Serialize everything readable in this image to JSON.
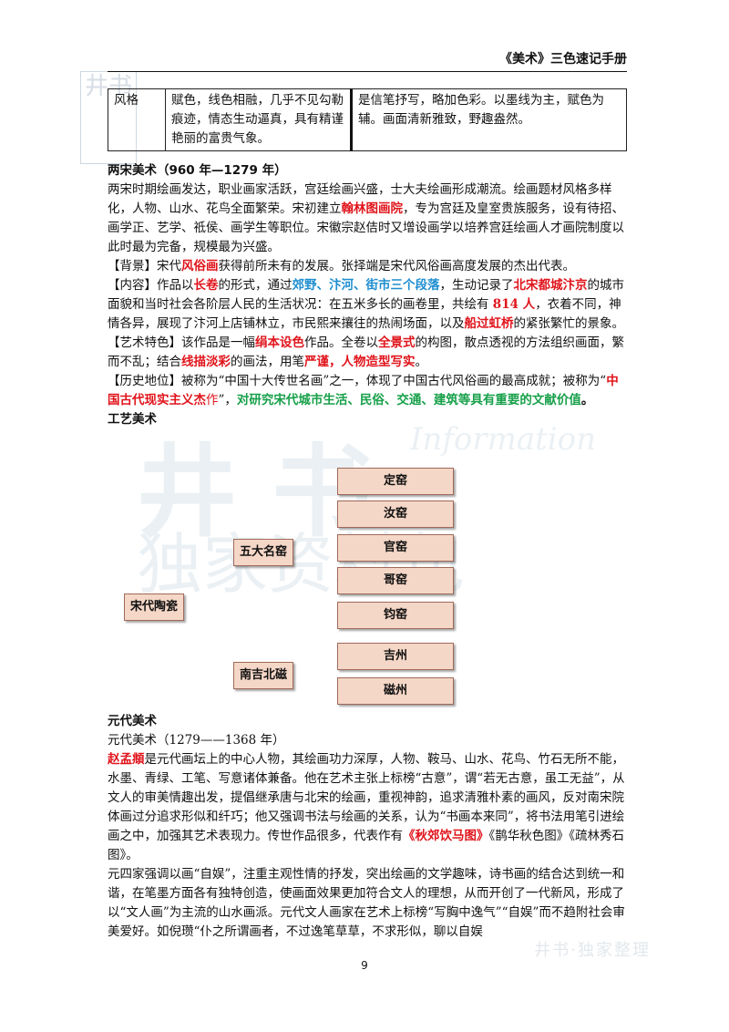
{
  "header": {
    "title": "《美术》三色速记手册"
  },
  "watermark": {
    "stamp": "井书",
    "big1": "井  书",
    "big2": "独家资料包",
    "script": "Information",
    "bottom": "井书·独家整理"
  },
  "style_table": {
    "label": "风格",
    "col1": "赋色，线色相融，几乎不见勾勒痕迹，情态生动逼真，具有精谨艳丽的富贵气象。",
    "col2": "是信笔抒写，略加色彩。以墨线为主，赋色为辅。画面清新雅致，野趣盎然。"
  },
  "song": {
    "title": "两宋美术（960 年—1279 年）",
    "p1_a": "两宋时期绘画发达，职业画家活跃，宫廷绘画兴盛，士大夫绘画形成潮流。绘画题材风格多样化，人物、山水、花鸟全面繁荣。宋初建立",
    "p1_b": "翰林图画院",
    "p1_c": "，专为宫廷及皇室贵族服务，设有待招、画学正、艺学、祗侯、画学生等职位。宋徽宗赵佶时又增设画学以培养宫廷绘画人才画院制度以此时最为完备，规模最为兴盛。",
    "bg_a": "【背景】宋代",
    "bg_b": "风俗画",
    "bg_c": "获得前所未有的发展。张择端是宋代风俗画高度发展的杰出代表。",
    "ct_a": "【内容】作品以",
    "ct_b": "长卷",
    "ct_c": "的形式，通过",
    "ct_d": "郊野、汴河、街市三个段落",
    "ct_e": "，生动记录了",
    "ct_f": "北宋都城汴京",
    "ct_g": "的城市面貌和当时社会各阶层人民的生活状况：在五米多长的画卷里，共绘有 ",
    "ct_h": "814 人",
    "ct_i": "，衣着不同，神情各异，展现了汴河上店铺林立，市民熙来攘往的热闹场面，以及",
    "ct_j": "船过虹桥",
    "ct_k": "的紧张繁忙的景象。",
    "ys_a": "【艺术特色】该作品是一幅",
    "ys_b": "绢本设色",
    "ys_c": "作品。全卷以",
    "ys_d": "全景式",
    "ys_e": "的构图，散点透视的方法组织画面，繁而不乱；结合",
    "ys_f": "线描淡彩",
    "ys_g": "的画法，用笔",
    "ys_h": "严谨，人物造型写实",
    "ys_i": "。",
    "ls_a": "【历史地位】被称为“中国十大传世名画”之一，体现了中国古代风俗画的最高成就；被称为“",
    "ls_b": "中国古代现实主义杰",
    "ls_c": "作",
    "ls_d": "”，",
    "ls_e": "对研究宋代城市生活、民俗、交通、建筑等具有重要的文献价值",
    "ls_f": "。"
  },
  "craft": {
    "title": "工艺美术",
    "root": "宋代陶瓷",
    "group1": "五大名窑",
    "group2": "南吉北磁",
    "kilns": [
      "定窑",
      "汝窑",
      "官窑",
      "哥窑",
      "钧窑",
      "吉州",
      "磁州"
    ]
  },
  "yuan": {
    "title": "元代美术",
    "subtitle": "元代美术（1279——1368 年）",
    "p1_a": "赵孟頫",
    "p1_b": "是元代画坛上的中心人物，其绘画功力深厚，人物、鞍马、山水、花鸟、竹石无所不能，水墨、青绿、工笔、写意诸体兼备。他在艺术主张上标榜“古意”，谓“若无古意，虽工无益”，从文人的审美情趣出发，提倡继承唐与北宋的绘画，重视神韵，追求清雅朴素的画风，反对南宋院体画过分追求形似和纤巧；他又强调书法与绘画的关系，认为“书画本来同”，将书法用笔引进绘画之中，加强其艺术表现力。传世作品很多，代表作有",
    "p1_c": "《秋郊饮马图》",
    "p1_d": "《鹊华秋色图》《疏林秀石图》。",
    "p2": "元四家强调以画“自娱”，注重主观性情的抒发，突出绘画的文学趣味，诗书画的结合达到统一和谐，在笔墨方面各有独特创造，使画面效果更加符合文人的理想，从而开创了一代新风，形成了以“文人画”为主流的山水画派。元代文人画家在艺术上标榜“写胸中逸气”“自娱”而不趋附社会审美爱好。如倪瓒“仆之所谓画者，不过逸笔草草，不求形似，聊以自娱"
  },
  "page_number": "9"
}
